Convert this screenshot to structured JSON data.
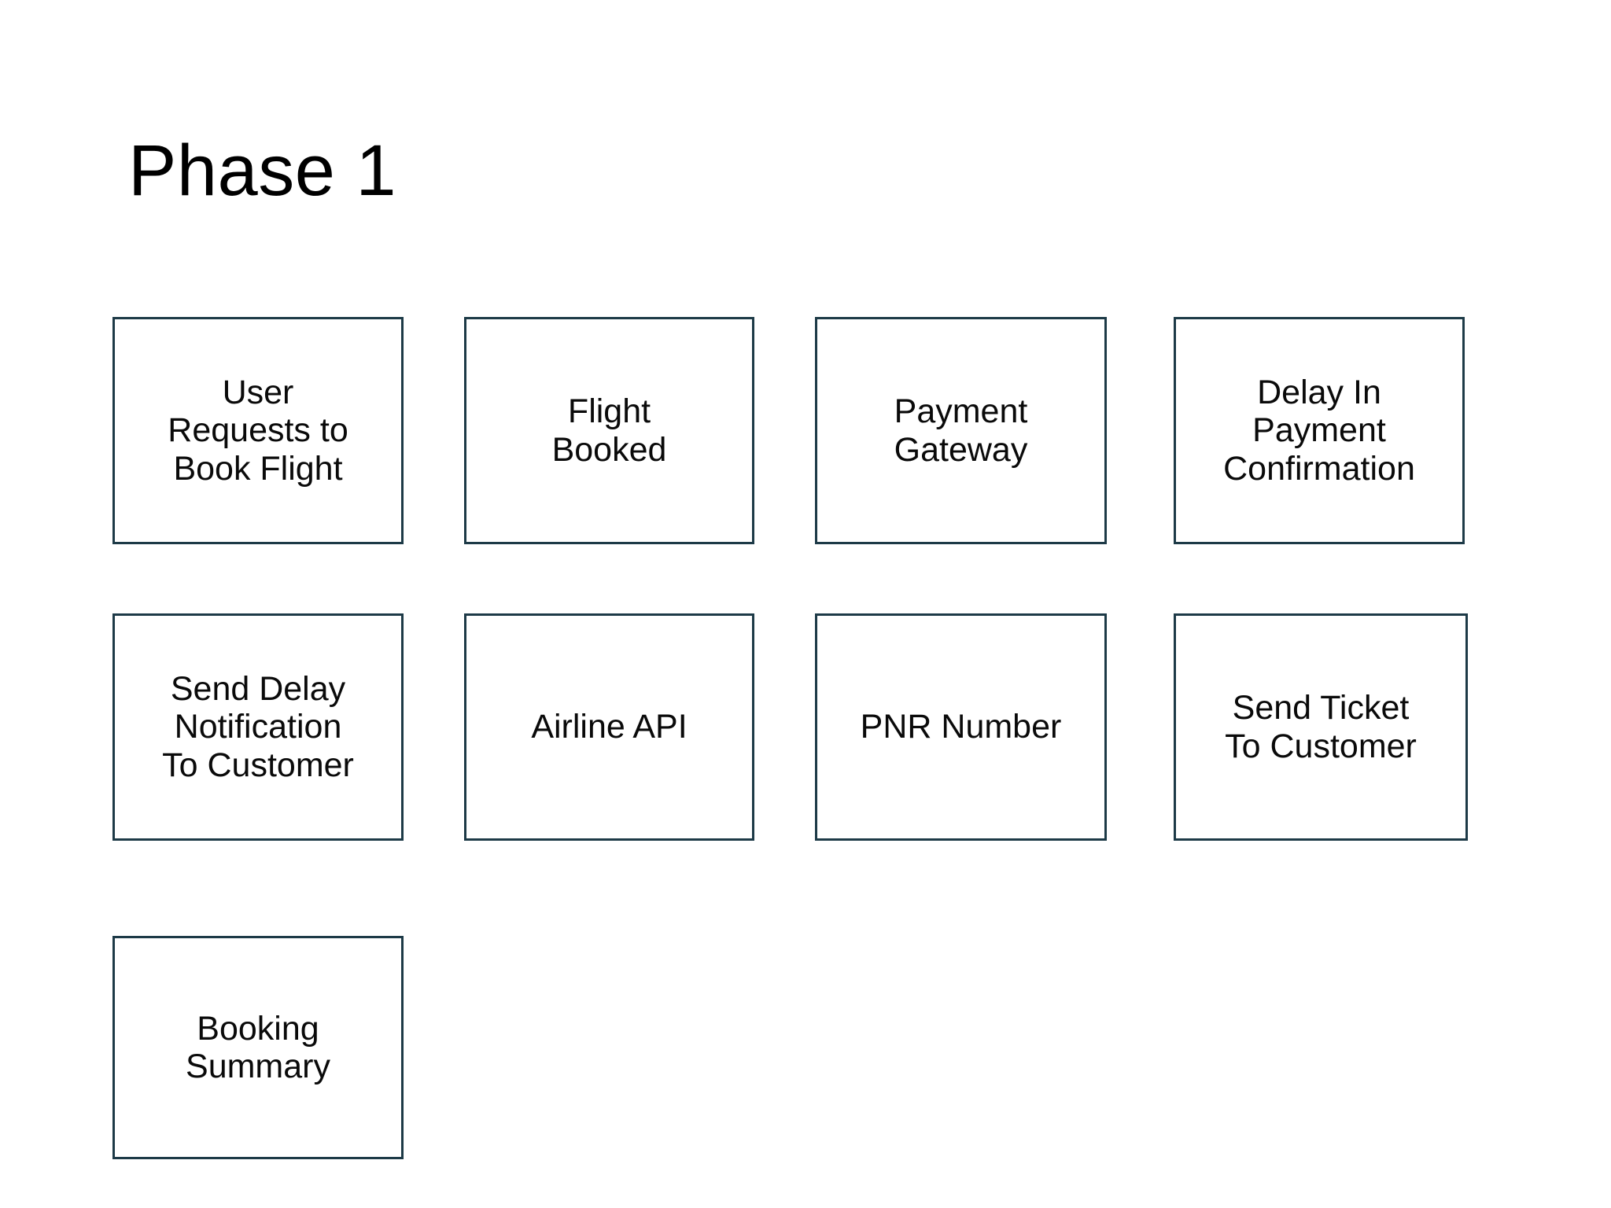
{
  "page": {
    "title": "Phase 1",
    "background_color": "#ffffff",
    "box_border_color": "#1d3a47",
    "text_color": "#0a0a0a"
  },
  "diagram": {
    "rows": [
      {
        "row_index": 1,
        "boxes": [
          {
            "id": "user-requests-to-book-flight",
            "label": "User\nRequests to\nBook Flight"
          },
          {
            "id": "flight-booked",
            "label": "Flight\nBooked"
          },
          {
            "id": "payment-gateway",
            "label": "Payment\nGateway"
          },
          {
            "id": "delay-in-payment-confirmation",
            "label": "Delay In\nPayment\nConfirmation"
          }
        ]
      },
      {
        "row_index": 2,
        "boxes": [
          {
            "id": "send-delay-notification-to-customer",
            "label": "Send Delay\nNotification\nTo Customer"
          },
          {
            "id": "airline-api",
            "label": "Airline API"
          },
          {
            "id": "pnr-number",
            "label": "PNR Number"
          },
          {
            "id": "send-ticket-to-customer",
            "label": "Send Ticket\nTo Customer"
          }
        ]
      },
      {
        "row_index": 3,
        "boxes": [
          {
            "id": "booking-summary",
            "label": "Booking\nSummary"
          }
        ]
      }
    ]
  }
}
